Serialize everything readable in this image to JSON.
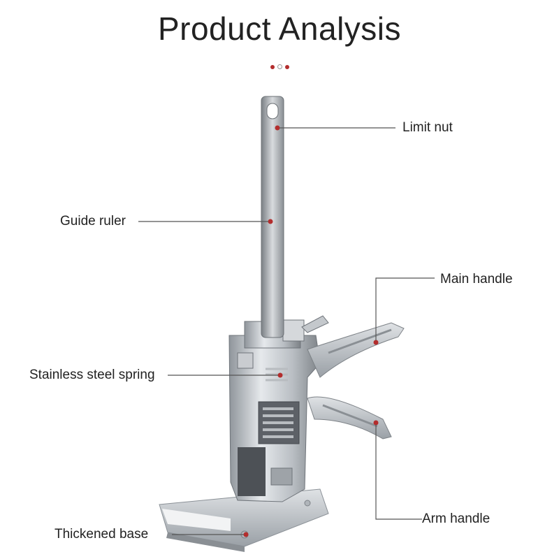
{
  "title": "Product Analysis",
  "colors": {
    "accent": "#b32d2d",
    "line": "#555555",
    "text": "#222222"
  },
  "callouts": {
    "limit_nut": "Limit nut",
    "guide_ruler": "Guide ruler",
    "main_handle": "Main handle",
    "spring": "Stainless steel spring",
    "arm_handle": "Arm handle",
    "base": "Thickened base"
  }
}
